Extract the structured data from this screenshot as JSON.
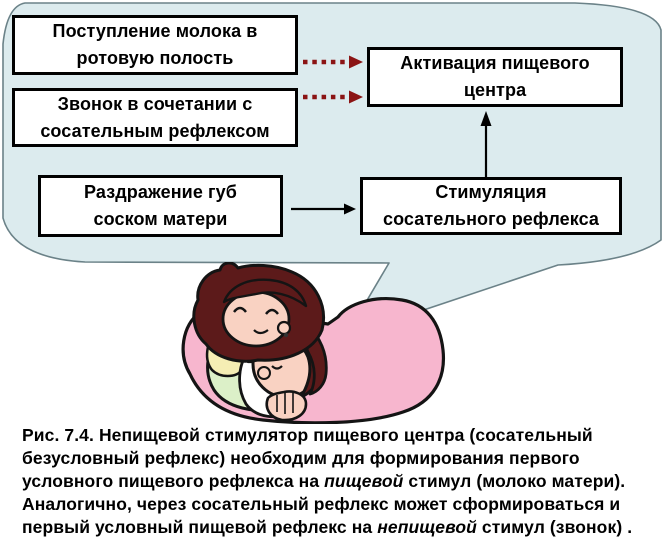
{
  "colors": {
    "bubble_fill": "#dcebee",
    "bubble_border": "#6b8288",
    "box_fill": "#ffffff",
    "box_border": "#000000",
    "dotted_arrow": "#8b1414",
    "solid_arrow": "#000000",
    "text": "#000000"
  },
  "flowchart": {
    "boxes": [
      {
        "id": "milk-intake",
        "lines": [
          "Поступление молока в",
          "ротовую полость"
        ]
      },
      {
        "id": "bell",
        "lines": [
          "Звонок в сочетании с",
          "сосательным рефлексом"
        ]
      },
      {
        "id": "food-center",
        "lines": [
          "Активация пищевого",
          "центра"
        ]
      },
      {
        "id": "lip-irritation",
        "lines": [
          "Раздражение губ",
          "соском матери"
        ]
      },
      {
        "id": "sucking-stimulation",
        "lines": [
          "Стимуляция",
          "сосательного рефлекса"
        ]
      }
    ],
    "arrows": [
      {
        "type": "dotted",
        "from": "milk-intake",
        "to": "food-center"
      },
      {
        "type": "dotted",
        "from": "bell",
        "to": "food-center"
      },
      {
        "type": "solid",
        "from": "lip-irritation",
        "to": "sucking-stimulation"
      },
      {
        "type": "solid",
        "from": "sucking-stimulation",
        "to": "food-center"
      }
    ]
  },
  "illustration": {
    "name": "mother-feeding-baby"
  },
  "caption": {
    "lines": [
      [
        {
          "t": "Рис. 7.4. Непищевой стимулятор пищевого центра (сосательный",
          "i": false
        }
      ],
      [
        {
          "t": "безусловный рефлекс) необходим для формирования первого",
          "i": false
        }
      ],
      [
        {
          "t": "условного пищевого рефлекса на ",
          "i": false
        },
        {
          "t": "пищевой",
          "i": true
        },
        {
          "t": " стимул (молоко матери).",
          "i": false
        }
      ],
      [
        {
          "t": "Аналогично, через сосательный рефлекс может сформироваться и",
          "i": false
        }
      ],
      [
        {
          "t": "первый условный пищевой рефлекс на ",
          "i": false
        },
        {
          "t": "непищевой",
          "i": true
        },
        {
          "t": " стимул (звонок) .",
          "i": false
        }
      ]
    ]
  }
}
